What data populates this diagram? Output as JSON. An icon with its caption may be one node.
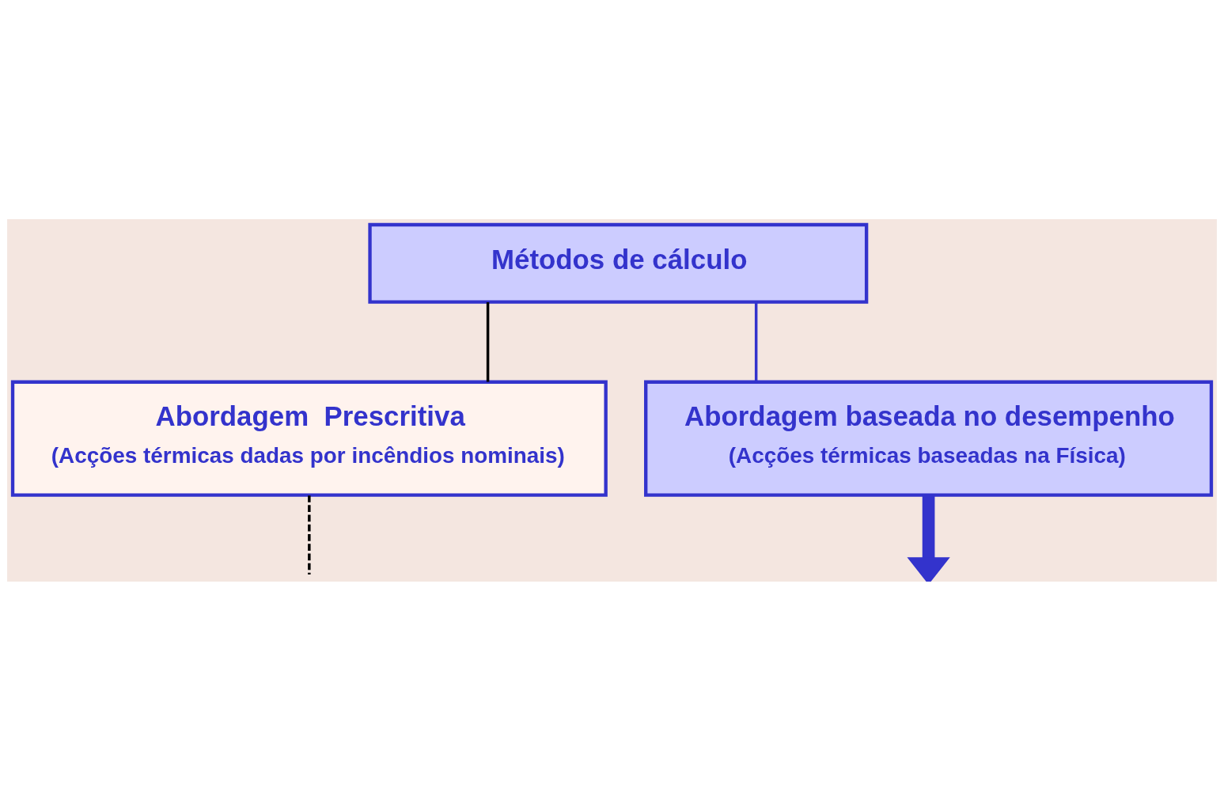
{
  "diagram": {
    "nodes": [
      {
        "text": [
          "Métodos de cálculo"
        ]
      },
      {
        "text": [
          "Abordagem  Prescritiva",
          "(Acções térmicas dadas por incêndios nominais)"
        ]
      },
      {
        "text": [
          "Abordagem baseada no desempenho",
          "(Acções térmicas baseadas na Física)"
        ]
      }
    ],
    "edges": [
      {
        "from": 0,
        "to": 1,
        "arrow": "none",
        "color": "#000000"
      },
      {
        "from": 0,
        "to": 2,
        "arrow": "none",
        "color": "#3333cc"
      },
      {
        "from": 1,
        "to": null,
        "arrow": "none",
        "style": "dashed",
        "color": "#000000"
      },
      {
        "from": 2,
        "to": null,
        "arrow": "to",
        "style": "thick",
        "color": "#3333cc"
      }
    ]
  }
}
